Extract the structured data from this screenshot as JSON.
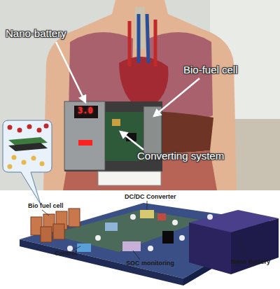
{
  "diagram": {
    "labels": [
      "Nano-battery",
      "Bio-fuel cell",
      "Converting system",
      "3.0",
      "Bio fuel cell",
      "DC/DC Converter",
      "Control",
      "SOC monitoring",
      "Nano Battery"
    ]
  }
}
